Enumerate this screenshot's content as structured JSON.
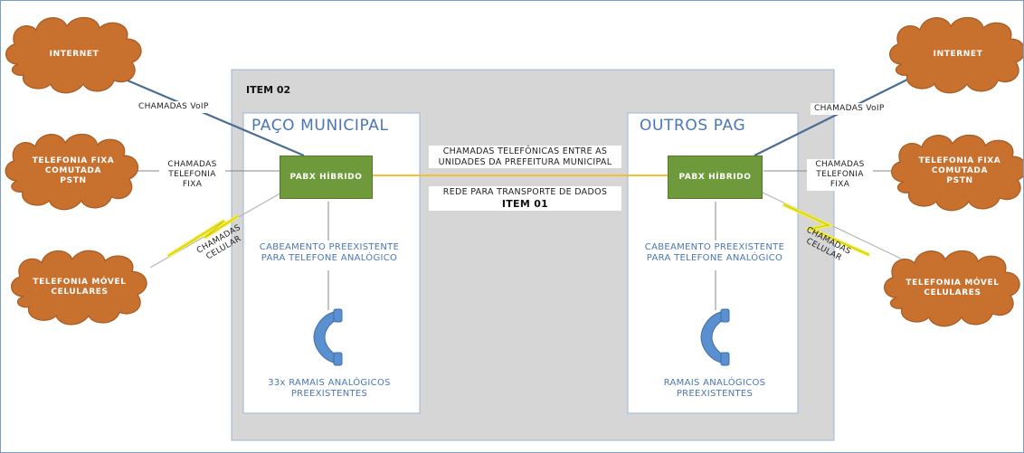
{
  "clouds": {
    "internet_left": "INTERNET",
    "pstn_left": [
      "TELEFONIA FIXA",
      "COMUTADA",
      "PSTN"
    ],
    "mobile_left": [
      "TELEFONIA MÓVEL",
      "CELULARES"
    ],
    "internet_right": "INTERNET",
    "pstn_right": [
      "TELEFONIA FIXA",
      "COMUTADA",
      "PSTN"
    ],
    "mobile_right": [
      "TELEFONIA MÓVEL",
      "CELULARES"
    ]
  },
  "item02": "ITEM 02",
  "item01": "ITEM 01",
  "left_site": {
    "title": "PAÇO MUNICIPAL",
    "pabx": "PABX HÍBRIDO",
    "cabling": [
      "CABEAMENTO PREEXISTENTE",
      "PARA TELEFONE ANALÓGICO"
    ],
    "extensions": [
      "33x RAMAIS ANALÓGICOS",
      "PREEXISTENTES"
    ]
  },
  "right_site": {
    "title": "OUTROS PAG",
    "pabx": "PABX HÍBRIDO",
    "cabling": [
      "CABEAMENTO PREEXISTENTE",
      "PARA TELEFONE ANALÓGICO"
    ],
    "extensions": [
      "RAMAIS ANALÓGICOS",
      "PREEXISTENTES"
    ]
  },
  "links": {
    "voip_left": "CHAMADAS VoIP",
    "voip_right": "CHAMADAS VoIP",
    "fixed_left": [
      "CHAMADAS",
      "TELEFONIA",
      "FIXA"
    ],
    "fixed_right": [
      "CHAMADAS",
      "TELEFONIA",
      "FIXA"
    ],
    "cell_left": [
      "CHAMADAS",
      "CELULAR"
    ],
    "cell_right": [
      "CHAMADAS",
      "CELULAR"
    ],
    "inter_units": [
      "CHAMADAS TELEFÔNICAS ENTRE AS",
      "UNIDADES DA PREFEITURA MUNICIPAL"
    ],
    "data_network": "REDE PARA TRANSPORTE DE DADOS"
  },
  "colors": {
    "cloud": "#c8702e",
    "pabx": "#6e9a3c",
    "item02_bg": "#d6d6d6",
    "site_border": "#9bb6d8",
    "phone": "#5a8fd0",
    "voip_line": "#4a6d96",
    "trunk_line": "#f2c12e",
    "lightning": "#f4ef3c"
  },
  "icons": {
    "phone": "phone-handset-icon",
    "lightning": "lightning-icon",
    "cloud": "cloud-icon"
  }
}
